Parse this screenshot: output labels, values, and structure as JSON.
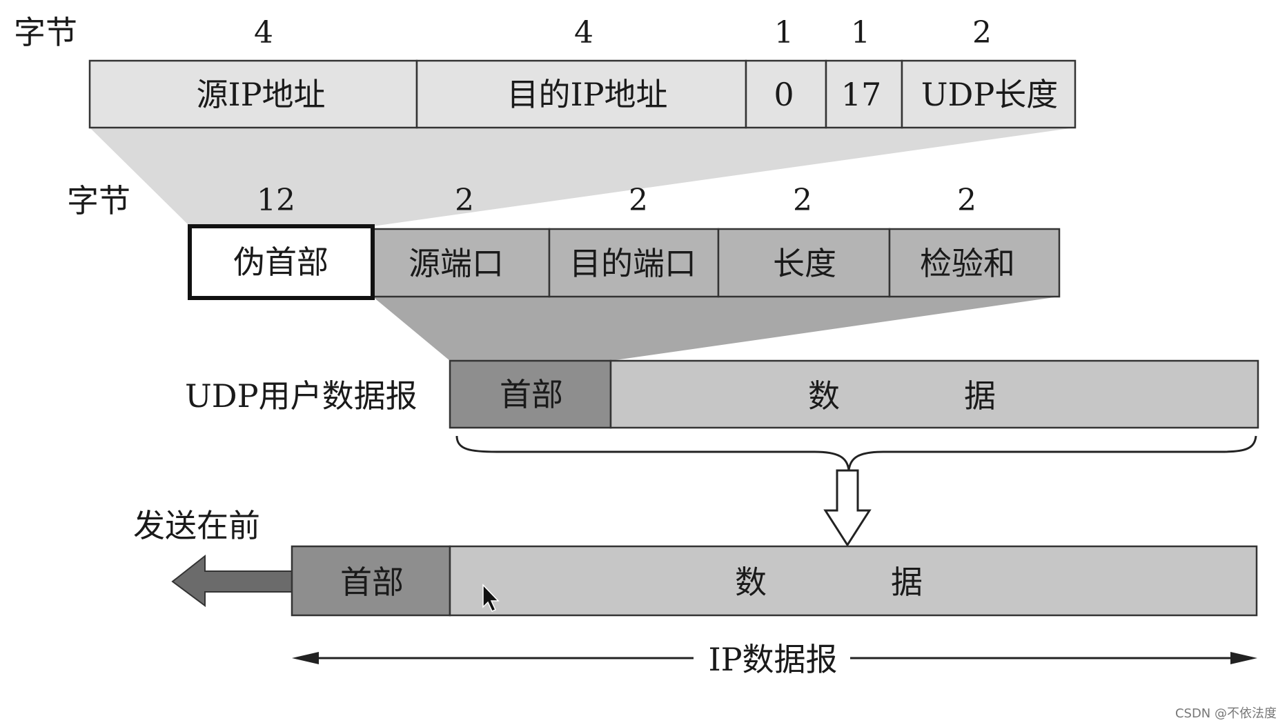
{
  "colors": {
    "light_field": "#e3e3e3",
    "mid_field": "#b4b4b4",
    "dark_field": "#8e8e8e",
    "data_field": "#c6c6c6",
    "pseudo_field": "#ffffff",
    "stroke": "#333333",
    "projection_light": "#d8d8d8",
    "projection_dark": "#a3a3a3",
    "arrow": "#6b6b6b"
  },
  "pseudo_header": {
    "bytes_label": "字节",
    "sizes": [
      "4",
      "4",
      "1",
      "1",
      "2"
    ],
    "fields": [
      "源IP地址",
      "目的IP地址",
      "0",
      "17",
      "UDP长度"
    ]
  },
  "udp_header": {
    "bytes_label": "字节",
    "sizes": [
      "12",
      "2",
      "2",
      "2",
      "2"
    ],
    "fields": [
      "伪首部",
      "源端口",
      "目的端口",
      "长度",
      "检验和"
    ]
  },
  "udp_datagram": {
    "label": "UDP用户数据报",
    "header": "首部",
    "data_left": "数",
    "data_right": "据"
  },
  "ip_datagram": {
    "send_first": "发送在前",
    "header": "首部",
    "data_left": "数",
    "data_right": "据",
    "label": "IP数据报"
  },
  "icons": {
    "send_arrow": "left-arrow-icon",
    "encapsulate_arrow": "down-arrow-icon",
    "cursor": "mouse-pointer-icon",
    "brace": "curly-brace-icon"
  },
  "watermark": "CSDN @不依法度"
}
